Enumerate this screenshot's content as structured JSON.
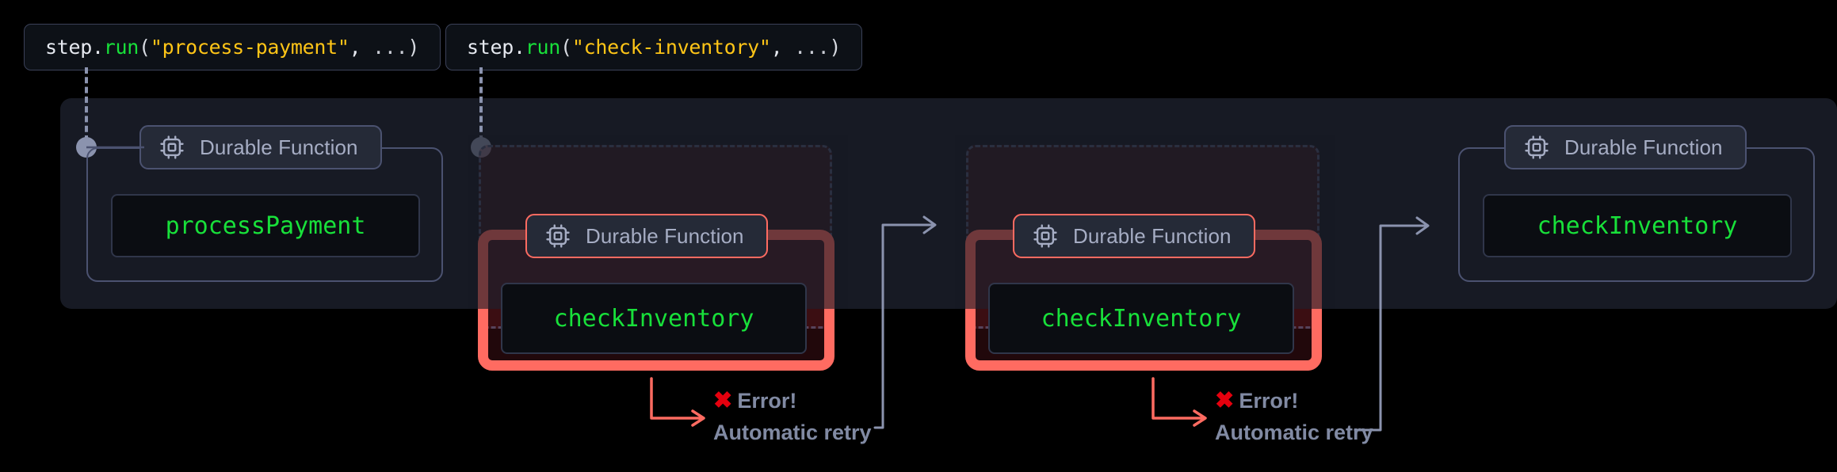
{
  "diagram": {
    "title": "Durable function step execution with automatic retry",
    "colors": {
      "background": "#000000",
      "panel": "#171a24",
      "border": "#4b5270",
      "accent_green": "#18e03a",
      "accent_string": "#ffc517",
      "error_red": "#ff6b61",
      "error_x": "#e5000e",
      "muted_text": "#818aa3",
      "badge_text": "#a6adc4"
    }
  },
  "callouts": [
    {
      "id": "callout-process-payment",
      "object": "step",
      "dot": ".",
      "method": "run",
      "open_paren": "(",
      "arg": "\"process-payment\"",
      "comma": ",",
      "rest": "...",
      "close_paren": ")"
    },
    {
      "id": "callout-check-inventory",
      "object": "step",
      "dot": ".",
      "method": "run",
      "open_paren": "(",
      "arg": "\"check-inventory\"",
      "comma": ",",
      "rest": "...",
      "close_paren": ")"
    }
  ],
  "steps": [
    {
      "id": "step-process-payment",
      "badge_label": "Durable Function",
      "function_name": "processPayment",
      "state": "success",
      "icon": "cpu-chip-icon"
    },
    {
      "id": "step-check-inventory-attempt-1",
      "badge_label": "Durable Function",
      "function_name": "checkInventory",
      "state": "error",
      "icon": "cpu-chip-icon"
    },
    {
      "id": "step-check-inventory-attempt-2",
      "badge_label": "Durable Function",
      "function_name": "checkInventory",
      "state": "error",
      "icon": "cpu-chip-icon"
    },
    {
      "id": "step-check-inventory-success",
      "badge_label": "Durable Function",
      "function_name": "checkInventory",
      "state": "success",
      "icon": "cpu-chip-icon"
    }
  ],
  "errors": [
    {
      "id": "error-note-1",
      "x_glyph": "✖",
      "title": "Error!",
      "subtitle": "Automatic retry"
    },
    {
      "id": "error-note-2",
      "x_glyph": "✖",
      "title": "Error!",
      "subtitle": "Automatic retry"
    }
  ]
}
